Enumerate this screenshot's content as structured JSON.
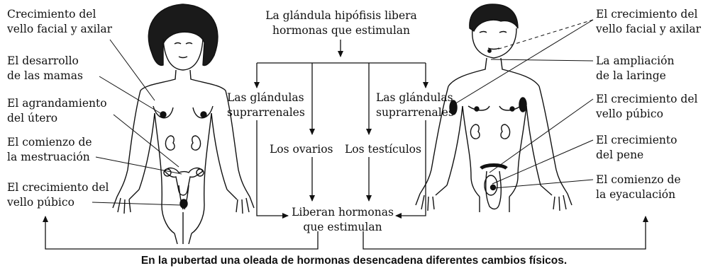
{
  "female": {
    "facial_hair": [
      "Crecimiento del",
      "vello facial y axilar"
    ],
    "breasts": [
      "El desarrollo",
      "de las mamas"
    ],
    "uterus": [
      "El agrandamiento",
      "del útero"
    ],
    "menstruation": [
      "El comienzo de",
      "la mestruación"
    ],
    "pubic_hair": [
      "El crecimiento del",
      "vello púbico"
    ]
  },
  "center": {
    "pituitary": [
      "La glándula hipófisis libera",
      "hormonas que estimulan"
    ],
    "adrenal_left": [
      "Las glándulas",
      "suprarrenales"
    ],
    "adrenal_right": [
      "Las glándulas",
      "suprarrenales"
    ],
    "ovaries": "Los ovarios",
    "testes": "Los testículos",
    "release": [
      "Liberan hormonas",
      "que estimulan"
    ]
  },
  "male": {
    "facial_hair": [
      "El crecimiento del",
      "vello facial y axilar"
    ],
    "larynx": [
      "La ampliación",
      "de la laringe"
    ],
    "pubic_hair": [
      "El crecimiento del",
      "vello púbico"
    ],
    "penis": [
      "El crecimiento",
      "del pene"
    ],
    "ejaculation": [
      "El comienzo de",
      "la eyaculación"
    ]
  },
  "caption": "En la pubertad una oleada de hormonas desencadena diferentes cambios físicos."
}
